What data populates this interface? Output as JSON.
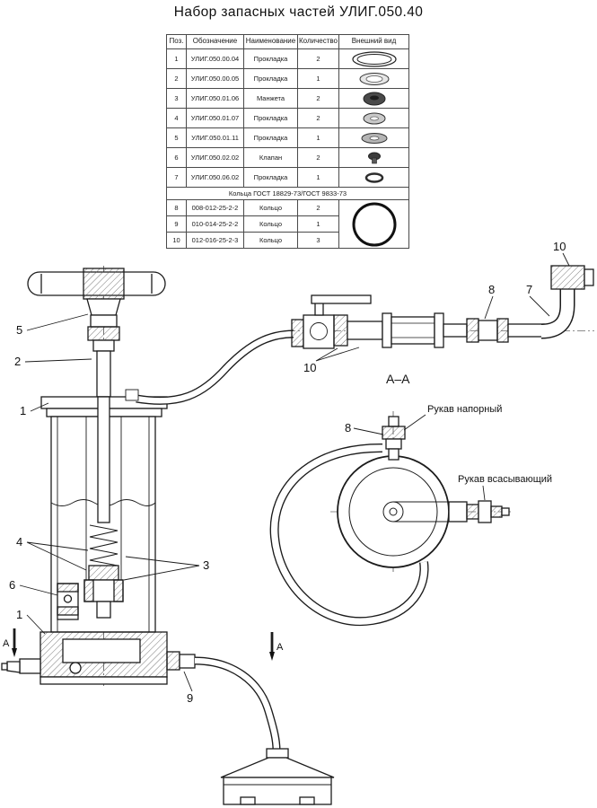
{
  "title": "Набор запасных частей УЛИГ.050.40",
  "table": {
    "headers": [
      "Поз.",
      "Обозначение",
      "Наименование",
      "Количество",
      "Внешний вид"
    ],
    "rows": [
      {
        "pos": "1",
        "code": "УЛИГ.050.00.04",
        "name": "Прокладка",
        "qty": "2",
        "image": "flat-oval-ring"
      },
      {
        "pos": "2",
        "code": "УЛИГ.050.00.05",
        "name": "Прокладка",
        "qty": "1",
        "image": "oval-gasket"
      },
      {
        "pos": "3",
        "code": "УЛИГ.050.01.06",
        "name": "Манжета",
        "qty": "2",
        "image": "dark-cuff"
      },
      {
        "pos": "4",
        "code": "УЛИГ.050.01.07",
        "name": "Прокладка",
        "qty": "2",
        "image": "washer-gasket"
      },
      {
        "pos": "5",
        "code": "УЛИГ.050.01.11",
        "name": "Прокладка",
        "qty": "1",
        "image": "washer-gasket-wide"
      },
      {
        "pos": "6",
        "code": "УЛИГ.050.02.02",
        "name": "Клапан",
        "qty": "2",
        "image": "valve-poppet"
      },
      {
        "pos": "7",
        "code": "УЛИГ.050.06.02",
        "name": "Прокладка",
        "qty": "1",
        "image": "small-dark-ring"
      }
    ],
    "group_row": "Кольца ГОСТ 18829-73/ГОСТ 9833-73",
    "ring_rows": [
      {
        "pos": "8",
        "code": "008-012-25-2-2",
        "name": "Кольцо",
        "qty": "2"
      },
      {
        "pos": "9",
        "code": "010-014-25-2-2",
        "name": "Кольцо",
        "qty": "1"
      },
      {
        "pos": "10",
        "code": "012-016-25-2-3",
        "name": "Кольцо",
        "qty": "3"
      }
    ],
    "ring_image": "o-ring-large"
  },
  "drawing": {
    "callouts": {
      "c5": "5",
      "c2": "2",
      "c1a": "1",
      "c4": "4",
      "c3": "3",
      "c6": "6",
      "c1b": "1",
      "c9": "9",
      "c10_valve": "10",
      "c8_coupling": "8",
      "c7": "7",
      "c10_elbow": "10",
      "c8_reel": "8"
    },
    "labels": {
      "section_view": "А–А",
      "section_mark": "A",
      "hose_pressure": "Рукав напорный",
      "hose_suction": "Рукав всасывающий"
    },
    "line_color": "#1c1c1c"
  }
}
